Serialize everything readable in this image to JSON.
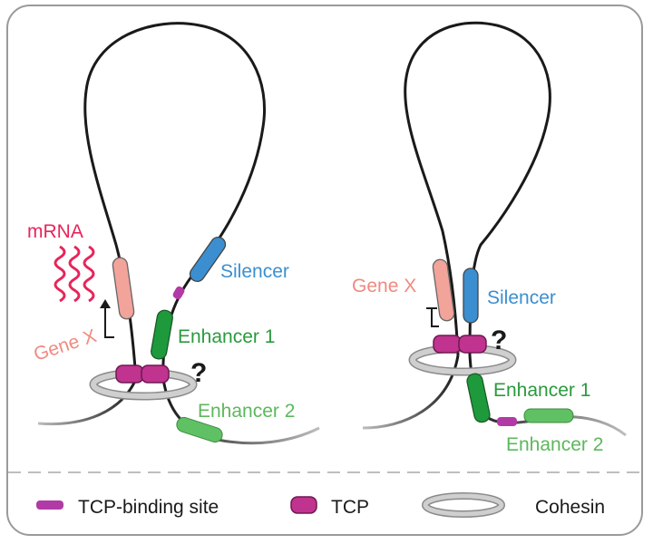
{
  "colors": {
    "chromatin": "#1a1a1a",
    "chromatin_faded": "#9a9a9a",
    "gene": "#f2a39a",
    "gene_text": "#f08a80",
    "silencer": "#3b8fd0",
    "enhancer1": "#1e9a3c",
    "enhancer2": "#5fc163",
    "enhancer1_text": "#2a9a3e",
    "enhancer2_text": "#5cb85c",
    "tcp": "#c0338f",
    "tcp_site": "#b23aa6",
    "cohesin_fill": "#c8c8c8",
    "cohesin_edge": "#8a8a8a",
    "mrna": "#e8245a",
    "border": "#9a9a9a"
  },
  "left_panel": {
    "mrna_label": "mRNA",
    "gene_label": "Gene X",
    "silencer_label": "Silencer",
    "enhancer1_label": "Enhancer 1",
    "enhancer2_label": "Enhancer 2",
    "question": "?"
  },
  "right_panel": {
    "gene_label": "Gene X",
    "silencer_label": "Silencer",
    "enhancer1_label": "Enhancer 1",
    "enhancer2_label": "Enhancer 2",
    "question": "?"
  },
  "legend": {
    "items": [
      {
        "label": "TCP-binding site",
        "icon": "tcp-binding-site-icon"
      },
      {
        "label": "TCP",
        "icon": "tcp-icon"
      },
      {
        "label": "Cohesin",
        "icon": "cohesin-ring-icon"
      }
    ]
  }
}
